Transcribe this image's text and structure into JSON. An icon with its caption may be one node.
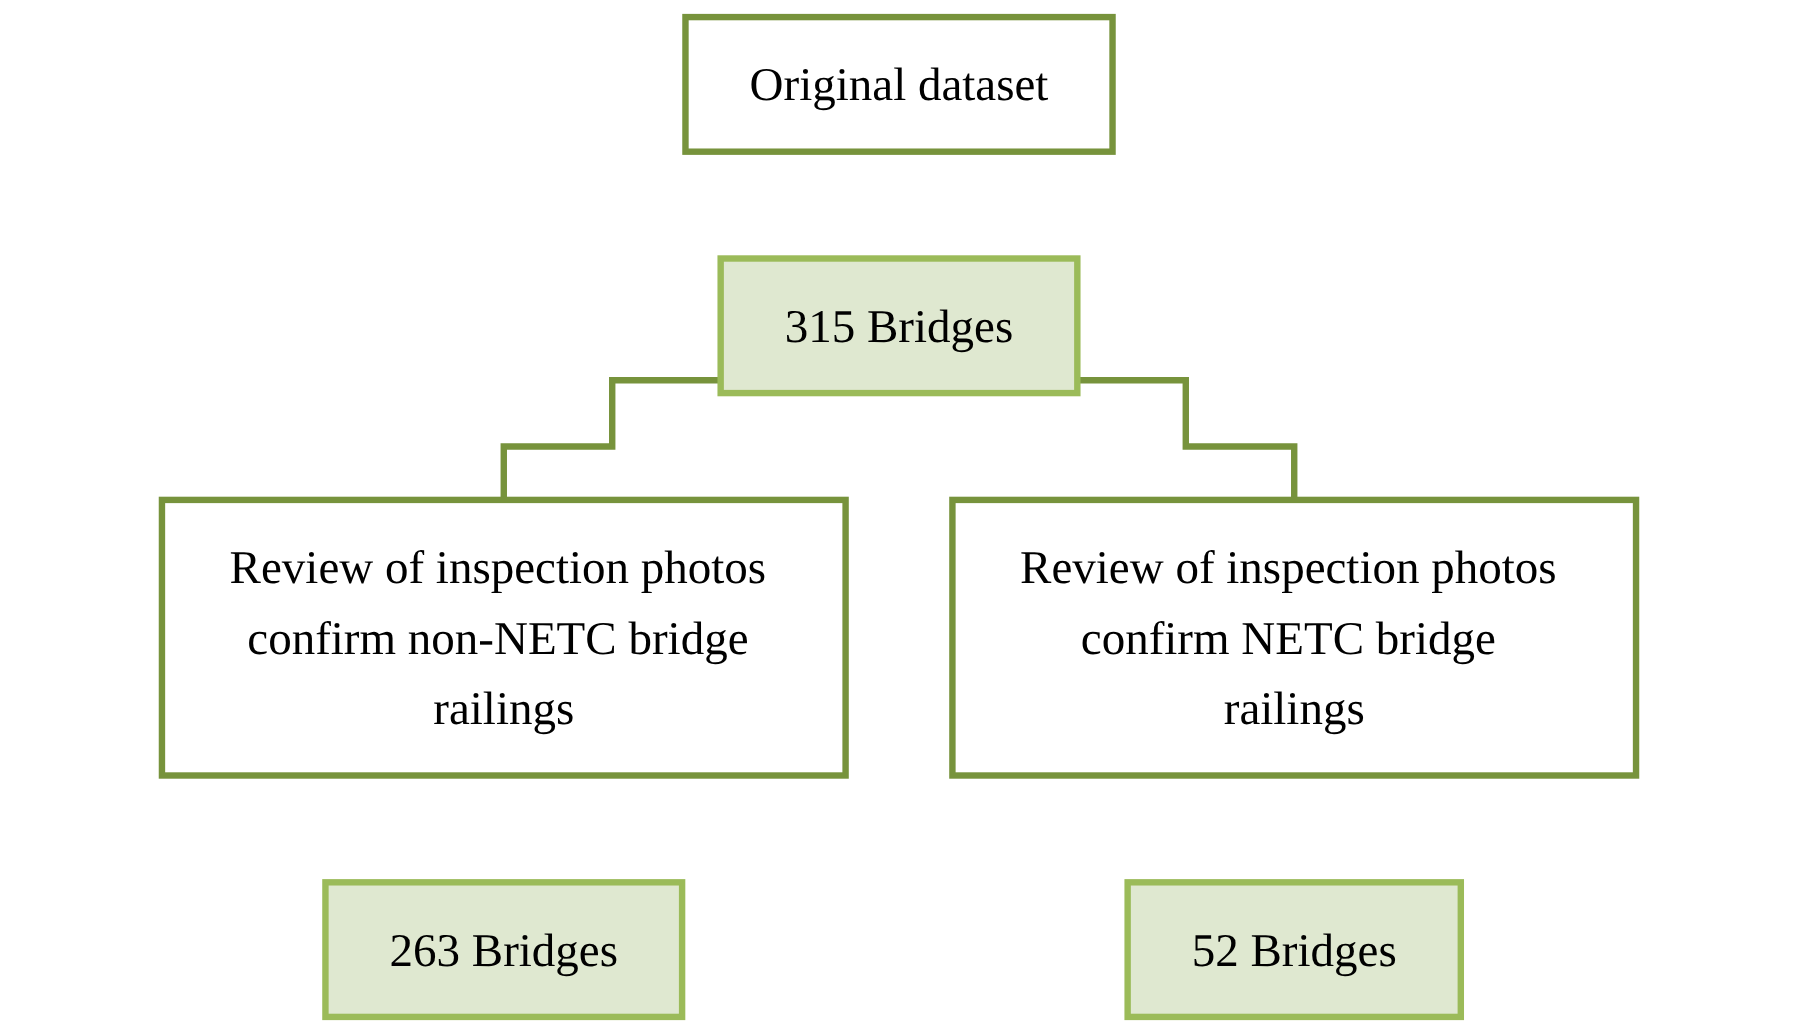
{
  "diagram": {
    "nodes": [
      {
        "text": [
          "Original dataset"
        ]
      },
      {
        "text": [
          "315 Bridges"
        ]
      },
      {
        "text": [
          "Review of inspection photos confirm non-NETC bridge railings"
        ]
      },
      {
        "text": [
          "263 Bridges"
        ]
      },
      {
        "text": [
          "Review of inspection photos confirm NETC bridge railings"
        ]
      },
      {
        "text": [
          "52 Bridges"
        ]
      }
    ],
    "edges": [
      {
        "from": 1,
        "to": 2,
        "arrow": "none"
      },
      {
        "from": 1,
        "to": 4,
        "arrow": "none"
      }
    ]
  }
}
